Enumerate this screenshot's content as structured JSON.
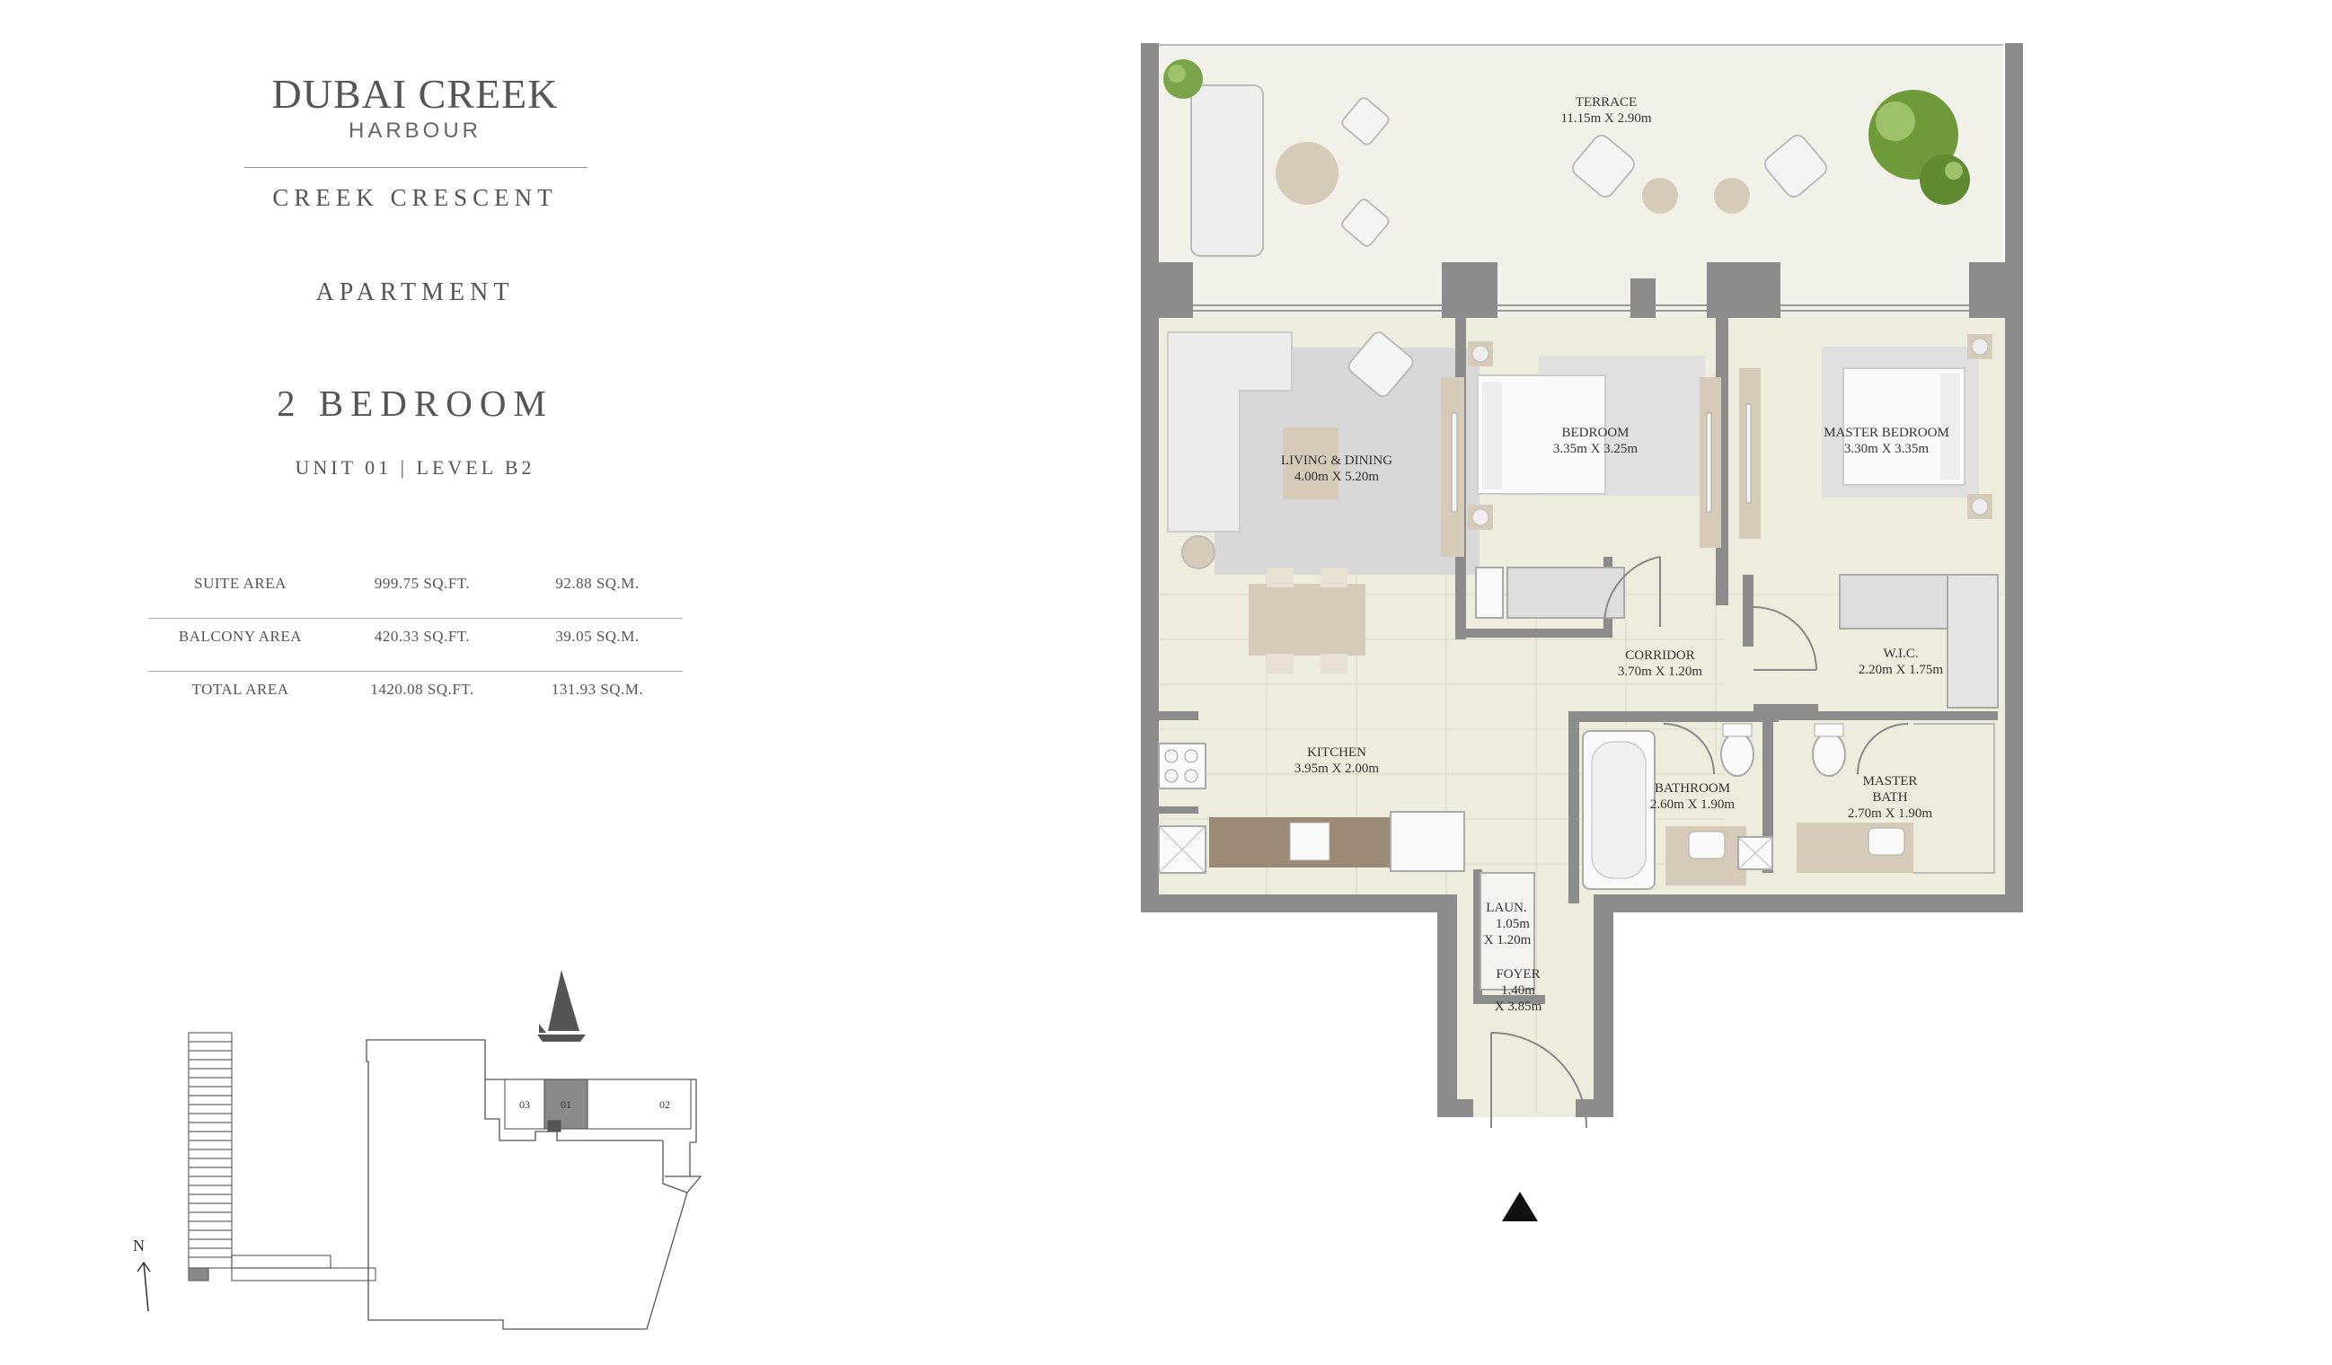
{
  "brand": {
    "name": "DUBAI CREEK",
    "subname": "HARBOUR"
  },
  "project": "CREEK CRESCENT",
  "category": "APARTMENT",
  "unit_type": "2 BEDROOM",
  "unit_info": "UNIT 01 | LEVEL B2",
  "areas": [
    {
      "label": "SUITE AREA",
      "sqft": "999.75 SQ.FT.",
      "sqm": "92.88 SQ.M."
    },
    {
      "label": "BALCONY AREA",
      "sqft": "420.33 SQ.FT.",
      "sqm": "39.05 SQ.M."
    },
    {
      "label": "TOTAL AREA",
      "sqft": "1420.08 SQ.FT.",
      "sqm": "131.93 SQ.M."
    }
  ],
  "rooms": {
    "terrace": {
      "name": "TERRACE",
      "dim": "11.15m X 2.90m"
    },
    "living": {
      "name": "LIVING & DINING",
      "dim": "4.00m X 5.20m"
    },
    "bedroom": {
      "name": "BEDROOM",
      "dim": "3.35m X 3.25m"
    },
    "master": {
      "name": "MASTER BEDROOM",
      "dim": "3.30m X 3.35m"
    },
    "corridor": {
      "name": "CORRIDOR",
      "dim": "3.70m X 1.20m"
    },
    "wic": {
      "name": "W.I.C.",
      "dim": "2.20m X 1.75m"
    },
    "kitchen": {
      "name": "KITCHEN",
      "dim": "3.95m X 2.00m"
    },
    "bathroom": {
      "name": "BATHROOM",
      "dim": "2.60m X 1.90m"
    },
    "masterbath": {
      "name1": "MASTER",
      "name2": "BATH",
      "dim": "2.70m X 1.90m"
    },
    "laundry": {
      "name": "LAUN.",
      "dim1": "1.05m",
      "dim2": "X 1.20m"
    },
    "foyer": {
      "name": "FOYER",
      "dim1": "1.40m",
      "dim2": "X 3.85m"
    }
  },
  "keyplan": {
    "units": [
      "03",
      "01",
      "02"
    ]
  },
  "compass": "N",
  "colors": {
    "wall": "#8c8c8c",
    "floor": "#eeecdc",
    "terrace": "#f1f1ea",
    "rug": "#d8d8d8",
    "wood": "#d6cbb8",
    "dark_wood": "#9b8b76",
    "tree": "#6e9a3a",
    "highlight_unit": "#8a8a8a"
  }
}
